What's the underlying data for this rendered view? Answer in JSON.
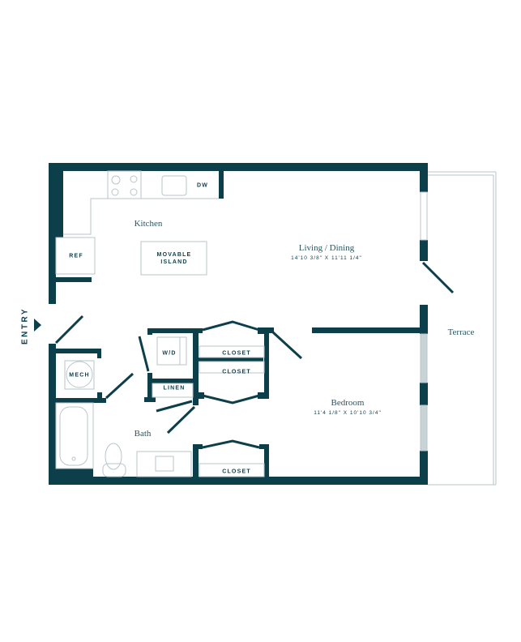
{
  "colors": {
    "wall": "#0d3f4b",
    "fixture": "#b9c6ca"
  },
  "entry": "ENTRY",
  "rooms": {
    "kitchen": "Kitchen",
    "living": {
      "name": "Living / Dining",
      "dims": "14'10 3/8\" X 11'11 1/4\""
    },
    "bedroom": {
      "name": "Bedroom",
      "dims": "11'4 1/8\" X 10'10 3/4\""
    },
    "bath": "Bath",
    "terrace": "Terrace"
  },
  "fixtures": {
    "dw": "DW",
    "ref": "REF",
    "island": "MOVABLE ISLAND",
    "wd": "W/D",
    "mech": "MECH",
    "linen": "LINEN",
    "closet1": "CLOSET",
    "closet2": "CLOSET",
    "closet3": "CLOSET"
  }
}
